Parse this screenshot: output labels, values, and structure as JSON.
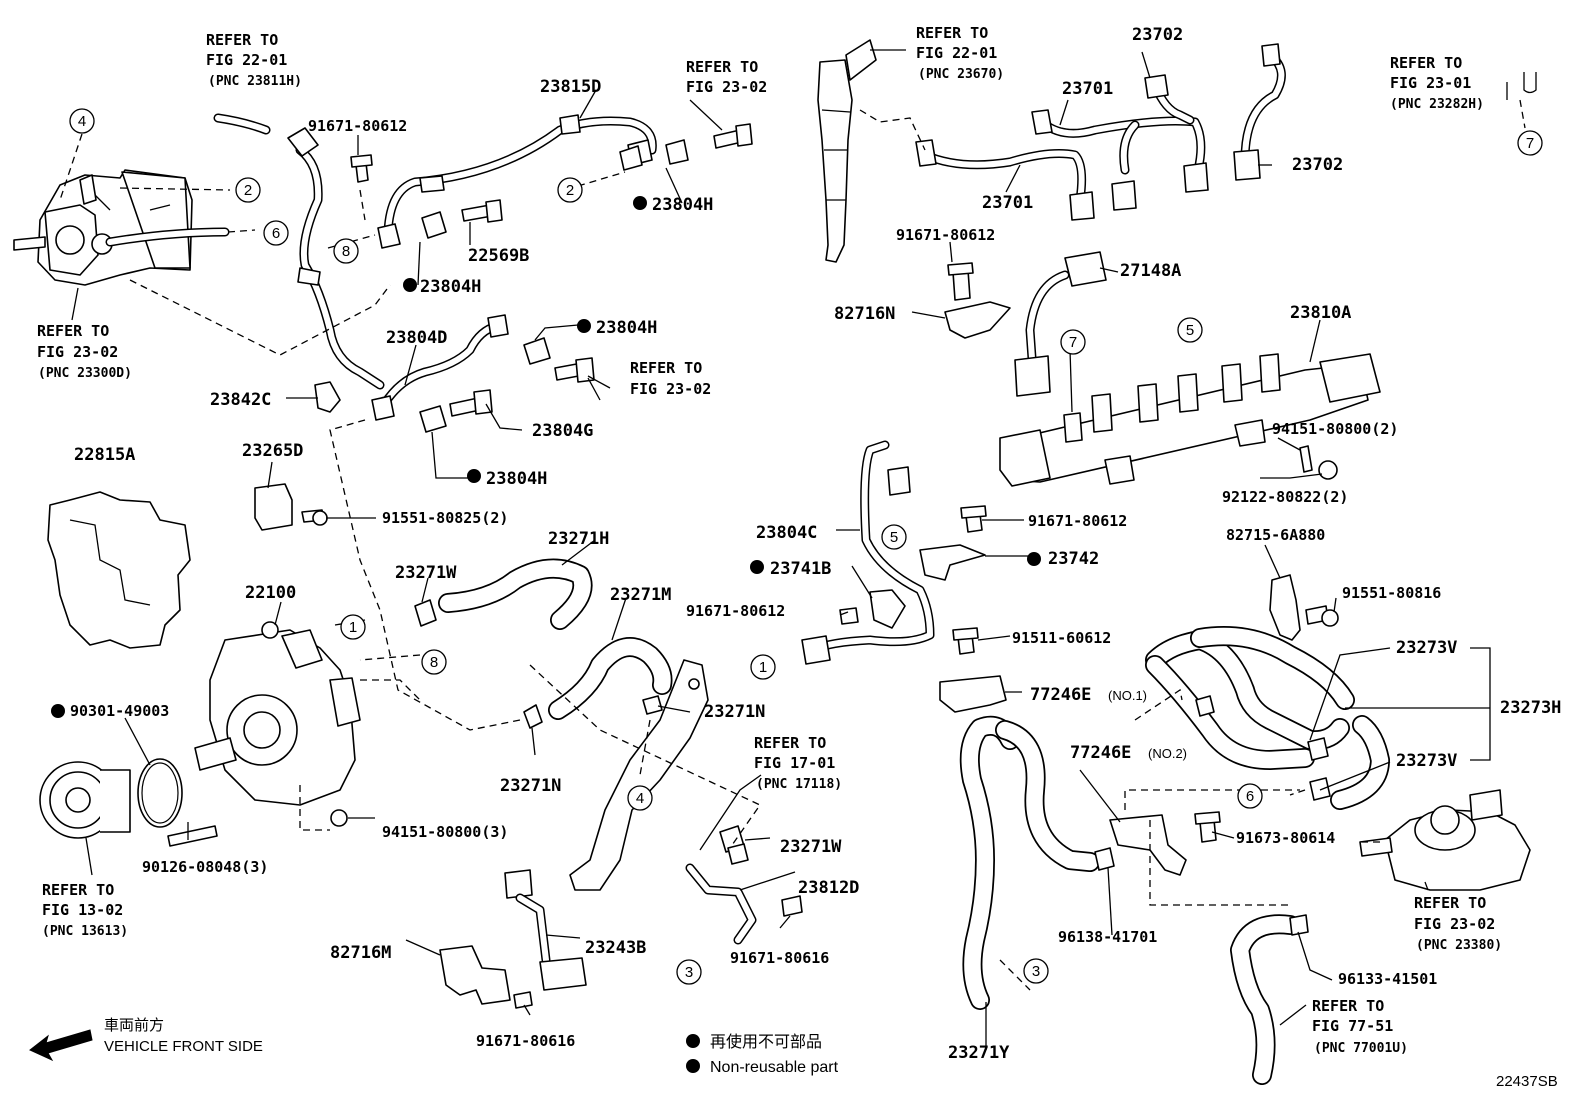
{
  "labels": {
    "p23815D": "23815D",
    "p91671_a": "91671-80612",
    "p23804H_a": "23804H",
    "p22569B": "22569B",
    "p23804H_b": "23804H",
    "p23804D": "23804D",
    "p23804H_c": "23804H",
    "p23842C": "23842C",
    "p23804G": "23804G",
    "p23804H_d": "23804H",
    "p22815A": "22815A",
    "p23265D": "23265D",
    "p91551_80825": "91551-80825(2)",
    "p23271H": "23271H",
    "p23271W_a": "23271W",
    "p22100": "22100",
    "p23271M": "23271M",
    "p90301": "90301-49003",
    "p23271N_a": "23271N",
    "p23271N_b": "23271N",
    "p94151_3": "94151-80800(3)",
    "p90126": "90126-08048(3)",
    "p23271W_b": "23271W",
    "p23812D": "23812D",
    "p23243B": "23243B",
    "p82716M": "82716M",
    "p91671_80616_a": "91671-80616",
    "p91671_80616_b": "91671-80616",
    "p23702_a": "23702",
    "p23701_a": "23701",
    "p23701_b": "23701",
    "p23702_b": "23702",
    "p91671_b": "91671-80612",
    "p82716N": "82716N",
    "p27148A": "27148A",
    "p23810A": "23810A",
    "p94151_2": "94151-80800(2)",
    "p92122": "92122-80822(2)",
    "p23804C": "23804C",
    "p91671_c": "91671-80612",
    "p23742": "23742",
    "p23741B": "23741B",
    "p91671_d": "91671-80612",
    "p91511": "91511-60612",
    "p82715": "82715-6A880",
    "p91551_80816": "91551-80816",
    "p77246E_1": "77246E",
    "p77246E_1s": "(NO.1)",
    "p77246E_2": "77246E",
    "p77246E_2s": "(NO.2)",
    "p23273V_a": "23273V",
    "p23273H": "23273H",
    "p23273V_b": "23273V",
    "p91673": "91673-80614",
    "p96138": "96138-41701",
    "p96133": "96133-41501",
    "p23271Y": "23271Y"
  },
  "refs": {
    "r1": [
      "REFER TO",
      "FIG 22-01",
      "(PNC 23811H)"
    ],
    "r2": [
      "REFER TO",
      "FIG 23-02",
      ""
    ],
    "r3": [
      "REFER TO",
      "FIG 23-02",
      "(PNC 23300D)"
    ],
    "r4": [
      "REFER TO",
      "FIG 23-02",
      ""
    ],
    "r5": [
      "REFER TO",
      "FIG 13-02",
      "(PNC 13613)"
    ],
    "r6": [
      "REFER TO",
      "FIG 17-01",
      "(PNC 17118)"
    ],
    "r7": [
      "REFER TO",
      "FIG 22-01",
      "(PNC 23670)"
    ],
    "r8": [
      "REFER TO",
      "FIG 23-01",
      "(PNC 23282H)"
    ],
    "r9": [
      "REFER TO",
      "FIG 23-02",
      "(PNC 23380)"
    ],
    "r10": [
      "REFER TO",
      "FIG 77-51",
      "(PNC 77001U)"
    ]
  },
  "legend": {
    "jp_direction": "車両前方",
    "en_direction": "VEHICLE FRONT SIDE",
    "jp_nonreuse": "再使用不可部品",
    "en_nonreuse": "Non-reusable part"
  },
  "figure_id": "22437SB",
  "callouts": [
    "1",
    "2",
    "3",
    "4",
    "5",
    "6",
    "7",
    "8"
  ]
}
